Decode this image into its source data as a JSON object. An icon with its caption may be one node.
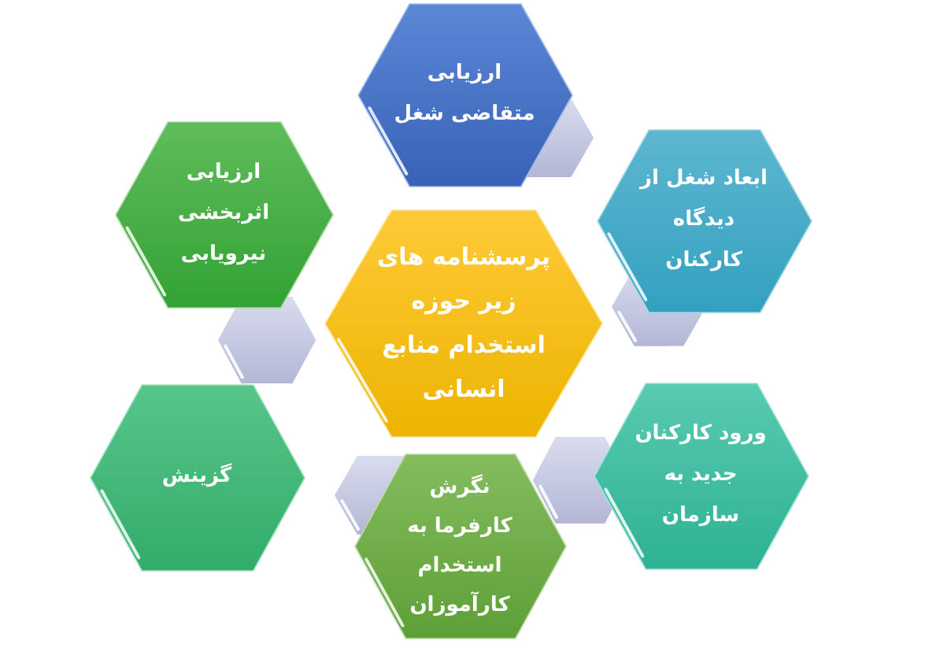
{
  "diagram": {
    "nodes": [
      {
        "text": [
          "پرسشنامه های زیر حوزه استخدام منابع انسانی"
        ]
      },
      {
        "text": [
          "ارزیابی متقاضی شغل"
        ]
      },
      {
        "text": [
          "ابعاد شغل از دیدگاه کارکنان"
        ]
      },
      {
        "text": [
          "ورود کارکنان جدید به سازمان"
        ]
      },
      {
        "text": [
          "نگرش کارفرما به استخدام کارآموزان"
        ]
      },
      {
        "text": [
          "گزینش"
        ]
      },
      {
        "text": [
          "ارزیابی اثربخشی نیرویابی"
        ]
      },
      {
        "text": [],
        "shape": "hexagon"
      },
      {
        "text": [],
        "shape": "hexagon"
      },
      {
        "text": [],
        "shape": "hexagon"
      },
      {
        "text": [],
        "shape": "hexagon"
      },
      {
        "text": [],
        "shape": "hexagon"
      }
    ]
  }
}
